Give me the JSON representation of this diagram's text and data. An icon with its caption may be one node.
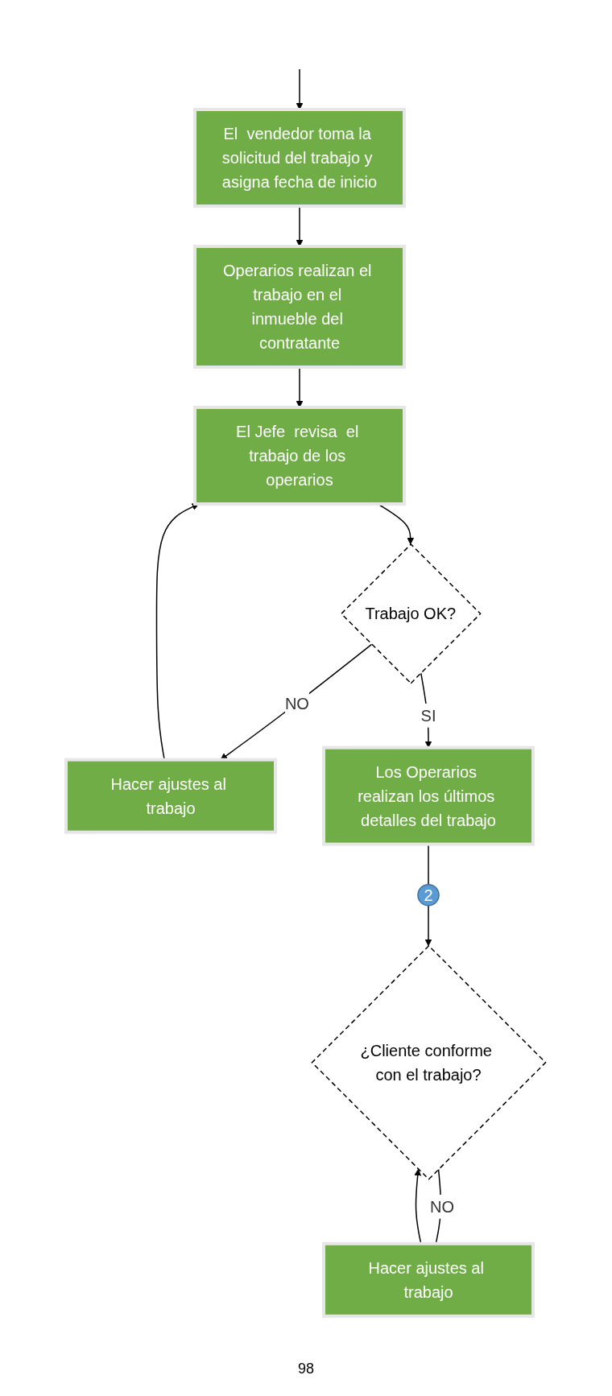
{
  "diagram": {
    "nodes": [
      {
        "text": [
          "El  vendedor toma la solicitud del trabajo y asigna fecha de inicio"
        ]
      },
      {
        "text": [
          "Operarios realizan el trabajo en el inmueble del contratante"
        ]
      },
      {
        "text": [
          "El Jefe  revisa  el trabajo de los operarios"
        ]
      },
      {
        "text": [
          "Trabajo OK?"
        ]
      },
      {
        "text": [
          "Hacer ajustes al trabajo"
        ]
      },
      {
        "text": [
          "Los Operarios realizan los últimos detalles del trabajo"
        ]
      },
      {
        "text": [
          "2"
        ]
      },
      {
        "text": [
          "¿Cliente conforme con el trabajo?"
        ]
      },
      {
        "text": [
          "Hacer ajustes al trabajo"
        ]
      }
    ],
    "edges": [
      {
        "from": null,
        "to": 0,
        "arrow": "to"
      },
      {
        "from": 0,
        "to": 1,
        "arrow": "to"
      },
      {
        "from": 1,
        "to": 2,
        "arrow": "to"
      },
      {
        "from": 2,
        "to": 3,
        "arrow": "to"
      },
      {
        "from": 3,
        "to": 4,
        "label": "NO",
        "arrow": "to"
      },
      {
        "from": 4,
        "to": 2,
        "arrow": "to"
      },
      {
        "from": 3,
        "to": 5,
        "label": "SI",
        "arrow": "to"
      },
      {
        "from": 5,
        "to": 6,
        "arrow": "none"
      },
      {
        "from": 6,
        "to": 7,
        "arrow": "to"
      },
      {
        "from": 7,
        "to": 8,
        "label": "NO",
        "arrow": "none"
      },
      {
        "from": 8,
        "to": 7,
        "arrow": "to"
      }
    ],
    "labels": [
      "98"
    ]
  }
}
